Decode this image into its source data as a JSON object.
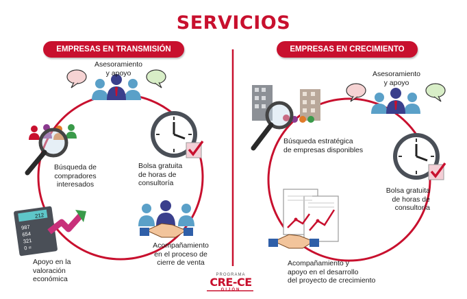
{
  "title": "SERVICIOS",
  "colors": {
    "accent": "#c8102e"
  },
  "left_panel": {
    "heading": "EMPRESAS EN TRANSMISIÓN",
    "items": [
      {
        "icon": "team-speech-icon",
        "lines": [
          "Asesoramiento",
          "y apoyo"
        ]
      },
      {
        "icon": "magnifier-people-icon",
        "lines": [
          "Búsqueda de",
          "compradores",
          "interesados"
        ]
      },
      {
        "icon": "clock-check-icon",
        "lines": [
          "Bolsa gratuita",
          "de horas de",
          "consultoría"
        ]
      },
      {
        "icon": "calculator-chart-icon",
        "lines": [
          "Apoyo en la",
          "valoración",
          "económica"
        ]
      },
      {
        "icon": "handshake-team-icon",
        "lines": [
          "Acompañamiento",
          "en el proceso de",
          "cierre de venta"
        ]
      }
    ]
  },
  "right_panel": {
    "heading": "EMPRESAS EN CRECIMIENTO",
    "items": [
      {
        "icon": "magnifier-buildings-icon",
        "lines": [
          "Búsqueda estratégica",
          "de empresas disponibles"
        ]
      },
      {
        "icon": "team-speech-icon",
        "lines": [
          "Asesoramiento",
          "y apoyo"
        ]
      },
      {
        "icon": "clock-check-icon",
        "lines": [
          "Bolsa gratuita",
          "de horas de",
          "consultoría"
        ]
      },
      {
        "icon": "documents-handshake-icon",
        "lines": [
          "Acompañamiento y",
          "apoyo en el desarrollo",
          "del proyecto de crecimiento"
        ]
      }
    ]
  },
  "logo": {
    "program": "PROGRAMA",
    "name": "CRE-CE",
    "city": "GIJÓN"
  },
  "calculator_display": "212",
  "calculator_keys": [
    "987",
    "654",
    "321",
    "0 ="
  ]
}
